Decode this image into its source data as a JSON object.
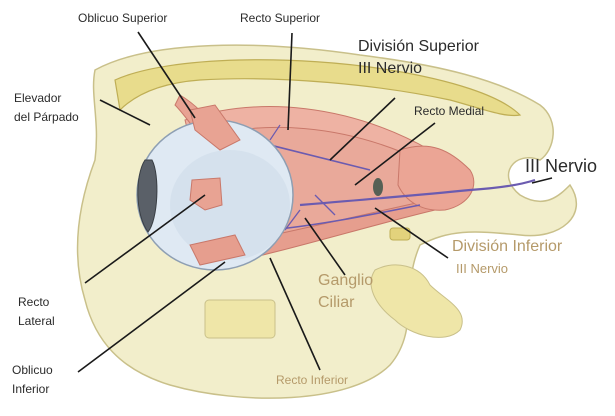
{
  "labels": {
    "oblicuo_superior": "Oblicuo Superior",
    "recto_superior": "Recto Superior",
    "division_superior": "División Superior",
    "iii_nervio_sup": "III Nervio",
    "elevador_line1": "Elevador",
    "elevador_line2": "del Párpado",
    "recto_medial": "Recto Medial",
    "iii_nervio_main": "III Nervio",
    "division_inferior": "División Inferior",
    "iii_nervio_inf": "III Nervio",
    "ganglio_line1": "Ganglio",
    "ganglio_line2": "Ciliar",
    "recto_lateral_line1": "Recto",
    "recto_lateral_line2": "Lateral",
    "oblicuo_inferior_line1": "Oblicuo",
    "oblicuo_inferior_line2": "Inferior",
    "recto_inferior": "Recto Inferior"
  },
  "colors": {
    "label_dark": "#2b2b2b",
    "label_tan": "#b59a6a",
    "bone": "#f2eecb",
    "bone_edge": "#c9c08a",
    "marrow": "#e0d28a",
    "muscle": "#e9a99a",
    "muscle_dark": "#c9786a",
    "nerve": "#6b5bb0",
    "eyeball": "#dfe9f3",
    "leader": "#1a1a1a"
  }
}
